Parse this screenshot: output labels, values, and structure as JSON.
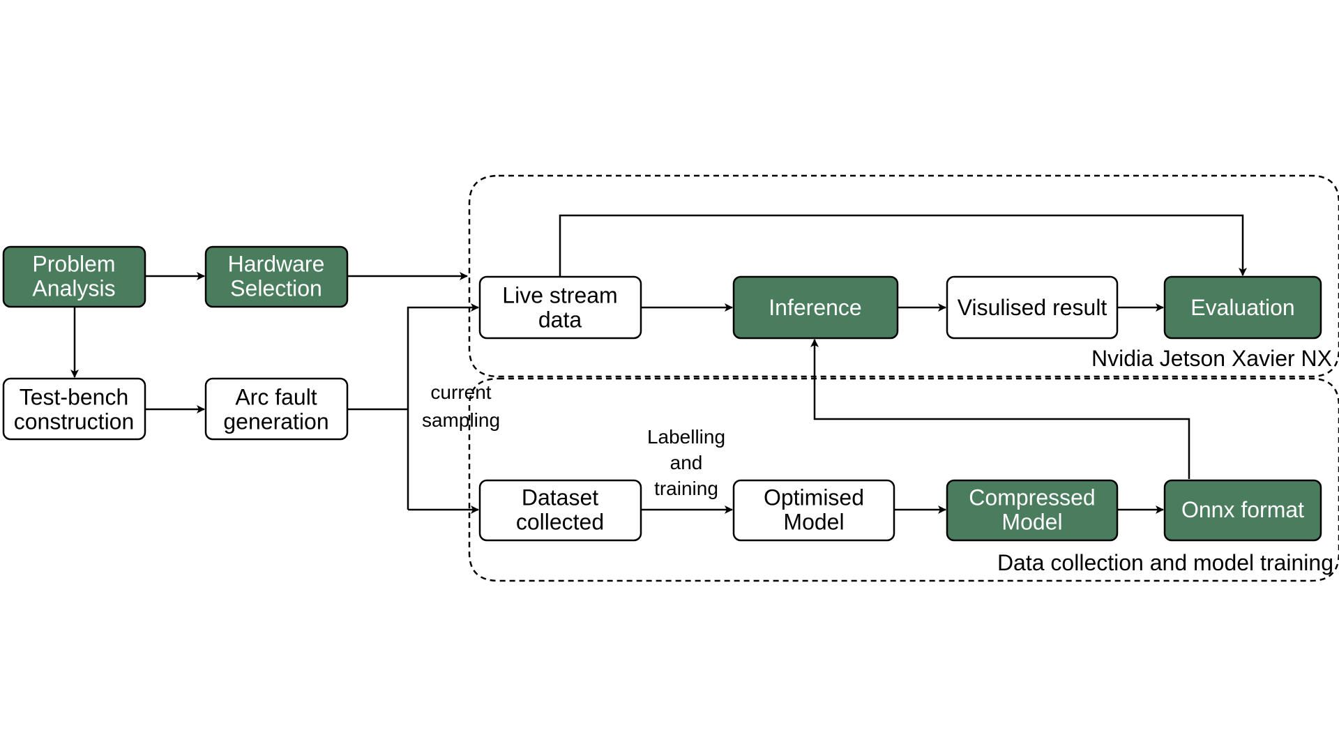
{
  "colors": {
    "highlight_fill": "#4a7c5e",
    "plain_fill": "#ffffff",
    "stroke": "#000000"
  },
  "groups": {
    "jetson": {
      "label": "Nvidia Jetson Xavier NX"
    },
    "training": {
      "label": "Data collection and model training"
    }
  },
  "nodes": {
    "problem_analysis": {
      "lines": [
        "Problem",
        "Analysis"
      ],
      "highlighted": true
    },
    "hardware_selection": {
      "lines": [
        "Hardware",
        "Selection"
      ],
      "highlighted": true
    },
    "test_bench": {
      "lines": [
        "Test-bench",
        "construction"
      ],
      "highlighted": false
    },
    "arc_fault": {
      "lines": [
        "Arc fault",
        "generation"
      ],
      "highlighted": false
    },
    "live_stream": {
      "lines": [
        "Live stream",
        "data"
      ],
      "highlighted": false
    },
    "inference": {
      "lines": [
        "Inference"
      ],
      "highlighted": true
    },
    "visualised_result": {
      "lines": [
        "Visulised result"
      ],
      "highlighted": false
    },
    "evaluation": {
      "lines": [
        "Evaluation"
      ],
      "highlighted": true
    },
    "dataset": {
      "lines": [
        "Dataset",
        "collected"
      ],
      "highlighted": false
    },
    "optimised_model": {
      "lines": [
        "Optimised",
        "Model"
      ],
      "highlighted": false
    },
    "compressed_model": {
      "lines": [
        "Compressed",
        "Model"
      ],
      "highlighted": true
    },
    "onnx_format": {
      "lines": [
        "Onnx format"
      ],
      "highlighted": true
    }
  },
  "edge_labels": {
    "current_sampling": [
      "current",
      "sampling"
    ],
    "labelling_training": [
      "Labelling",
      "and",
      "training"
    ]
  }
}
